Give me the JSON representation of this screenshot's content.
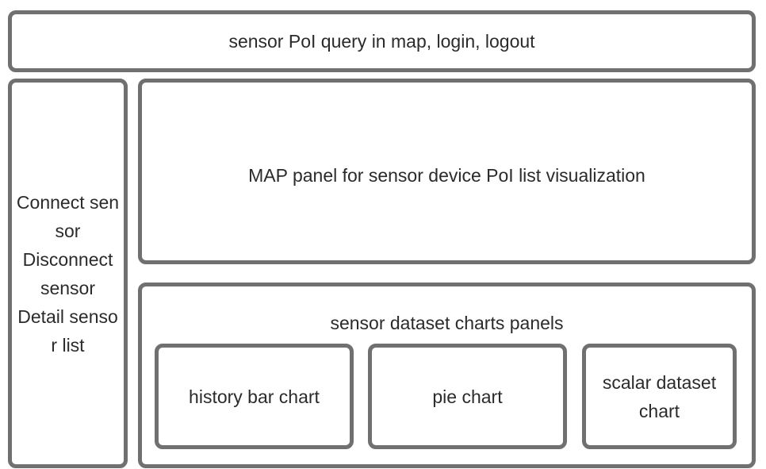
{
  "top_bar": {
    "label": "sensor PoI query in map, login, logout"
  },
  "sidebar": {
    "items": [
      {
        "label": "Connect sensor"
      },
      {
        "label": "Disconnect sensor"
      },
      {
        "label": "Detail sensor list"
      }
    ]
  },
  "map_panel": {
    "label": "MAP panel for sensor device PoI list visualization"
  },
  "charts_panel": {
    "title": "sensor dataset charts panels",
    "charts": [
      {
        "label": "history bar chart"
      },
      {
        "label": "pie chart"
      },
      {
        "label": "scalar dataset chart"
      }
    ]
  }
}
